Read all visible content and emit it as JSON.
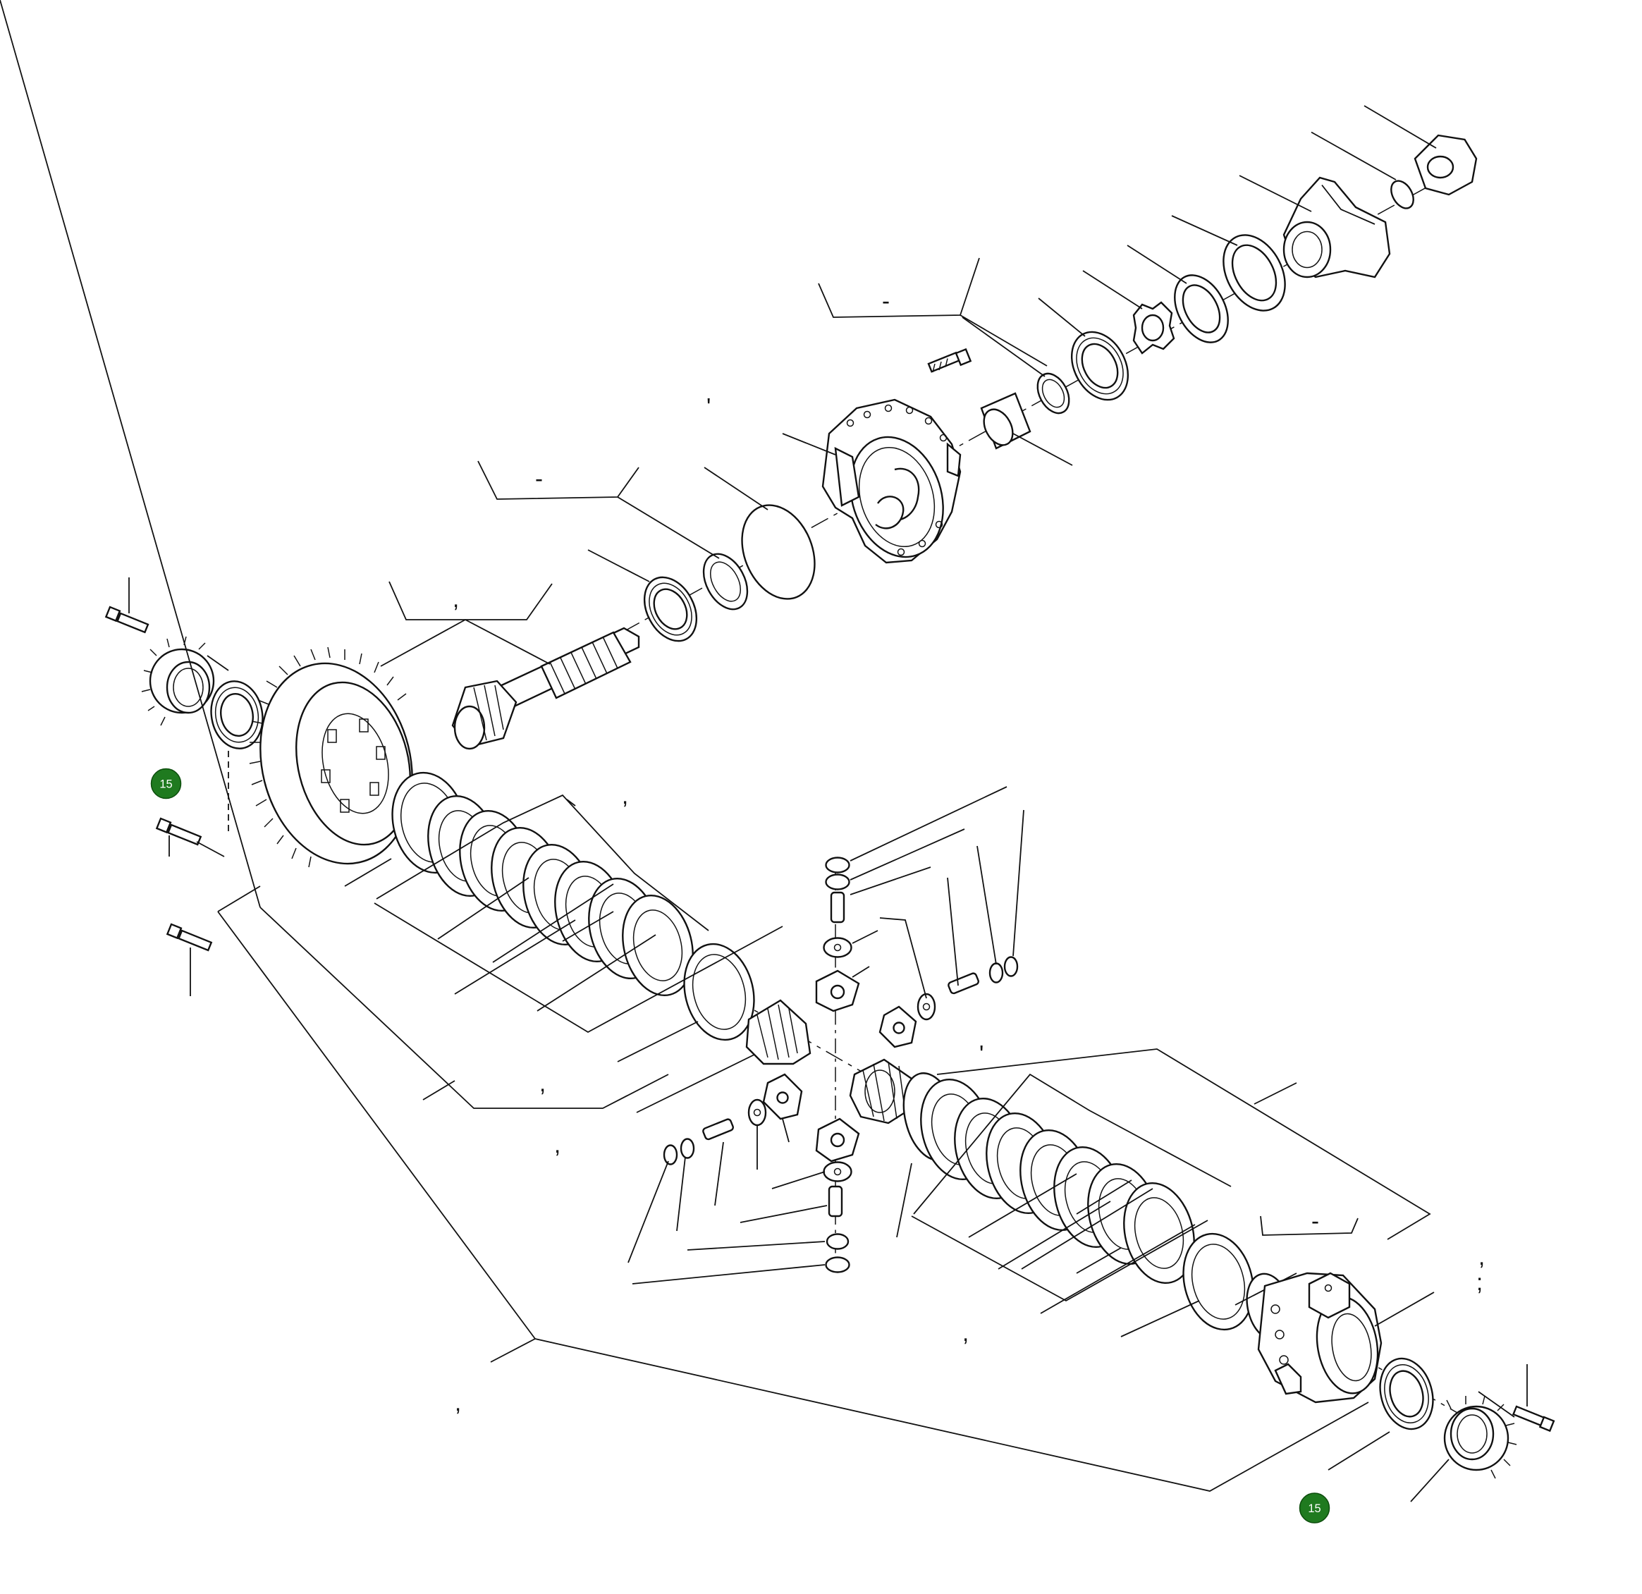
{
  "diagram": {
    "callouts": [
      {
        "id": "callout-bevel-gear-left",
        "label": "15"
      },
      {
        "id": "callout-side-gear-right",
        "label": "15"
      }
    ],
    "group_marks": [
      {
        "id": "group-mark-flange",
        "text": "-"
      },
      {
        "id": "group-mark-pinion-bearing",
        "text": "-"
      },
      {
        "id": "group-mark-pinion-shaft",
        "text": ","
      },
      {
        "id": "group-mark-left-clutch",
        "text": ","
      },
      {
        "id": "group-mark-left-clutch-lower",
        "text": ","
      },
      {
        "id": "group-mark-stray-1",
        "text": "'"
      },
      {
        "id": "group-mark-stray-2",
        "text": ","
      },
      {
        "id": "group-mark-stray-3",
        "text": "'"
      },
      {
        "id": "group-mark-right-housing",
        "text": "-"
      },
      {
        "id": "group-mark-right-clutch",
        "text": ","
      },
      {
        "id": "group-mark-assembly",
        "text": ","
      },
      {
        "id": "group-mark-edge-1",
        "text": ","
      },
      {
        "id": "group-mark-edge-2",
        "text": ";"
      }
    ]
  }
}
